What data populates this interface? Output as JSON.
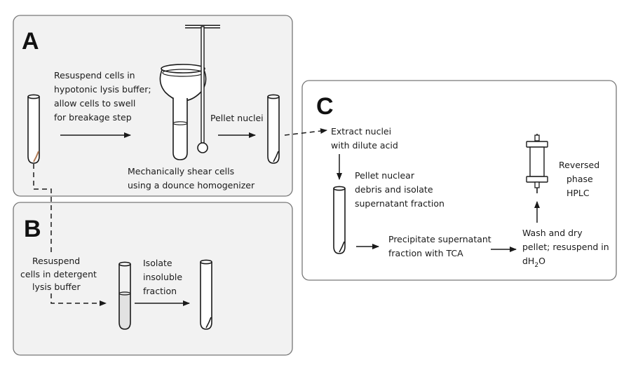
{
  "panels": {
    "a": {
      "label": "A",
      "step1": [
        "Resuspend cells in",
        "hypotonic lysis buffer;",
        "allow cells to swell",
        "for breakage step"
      ],
      "step2": [
        "Mechanically shear cells",
        "using a dounce homogenizer"
      ],
      "step3": "Pellet nuclei"
    },
    "b": {
      "label": "B",
      "step1": [
        "Resuspend",
        "cells in detergent",
        "lysis buffer"
      ],
      "step2": [
        "Isolate",
        "insoluble",
        "fraction"
      ]
    },
    "c": {
      "label": "C",
      "step1": [
        "Extract nuclei",
        "with dilute acid"
      ],
      "step2": [
        "Pellet nuclear",
        "debris and isolate",
        "supernatant fraction"
      ],
      "step3": [
        "Precipitate supernatant",
        "fraction with TCA"
      ],
      "step4": [
        "Wash and dry",
        "pellet; resuspend in"
      ],
      "step4_water": "dH",
      "step4_water_sub": "2",
      "step4_water_end": "O",
      "step5": [
        "Reversed",
        "phase",
        "HPLC"
      ]
    }
  }
}
